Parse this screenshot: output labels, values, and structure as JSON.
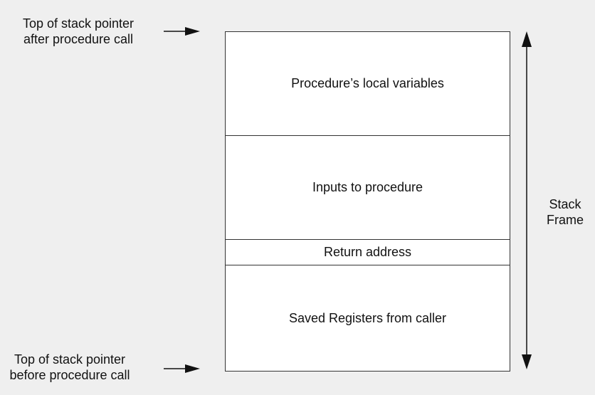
{
  "labels": {
    "top_after": [
      "Top of stack pointer",
      "after procedure call"
    ],
    "top_before": [
      "Top of stack pointer",
      "before procedure call"
    ],
    "frame": [
      "Stack",
      "Frame"
    ]
  },
  "stack": {
    "segments": [
      {
        "text": "Procedure’s local variables"
      },
      {
        "text": "Inputs to procedure"
      },
      {
        "text": "Return address"
      },
      {
        "text": "Saved Registers from caller"
      }
    ]
  },
  "colors": {
    "background": "#efefef",
    "box_fill": "#ffffff",
    "stroke": "#333333",
    "text": "#111111"
  },
  "icons": [
    "arrow-right-icon",
    "double-headed-arrow-icon"
  ]
}
